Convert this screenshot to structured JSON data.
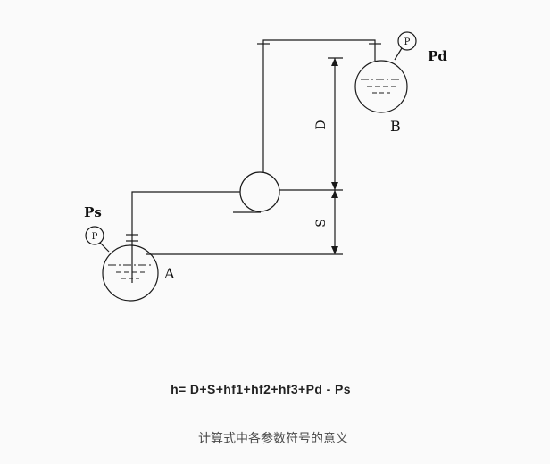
{
  "diagram": {
    "tank_a_label": "A",
    "tank_b_label": "B",
    "gauge_letter": "P",
    "ps_label": "Ps",
    "pd_label": "Pd",
    "dim_d_label": "D",
    "dim_s_label": "S"
  },
  "formula": "h= D+S+hf1+hf2+hf3+Pd - Ps",
  "caption": "计算式中各参数符号的意义",
  "colors": {
    "background": "#fafafa",
    "line": "#1a1a1a",
    "formula_text": "#222222",
    "caption_text": "#4a4a4a"
  }
}
